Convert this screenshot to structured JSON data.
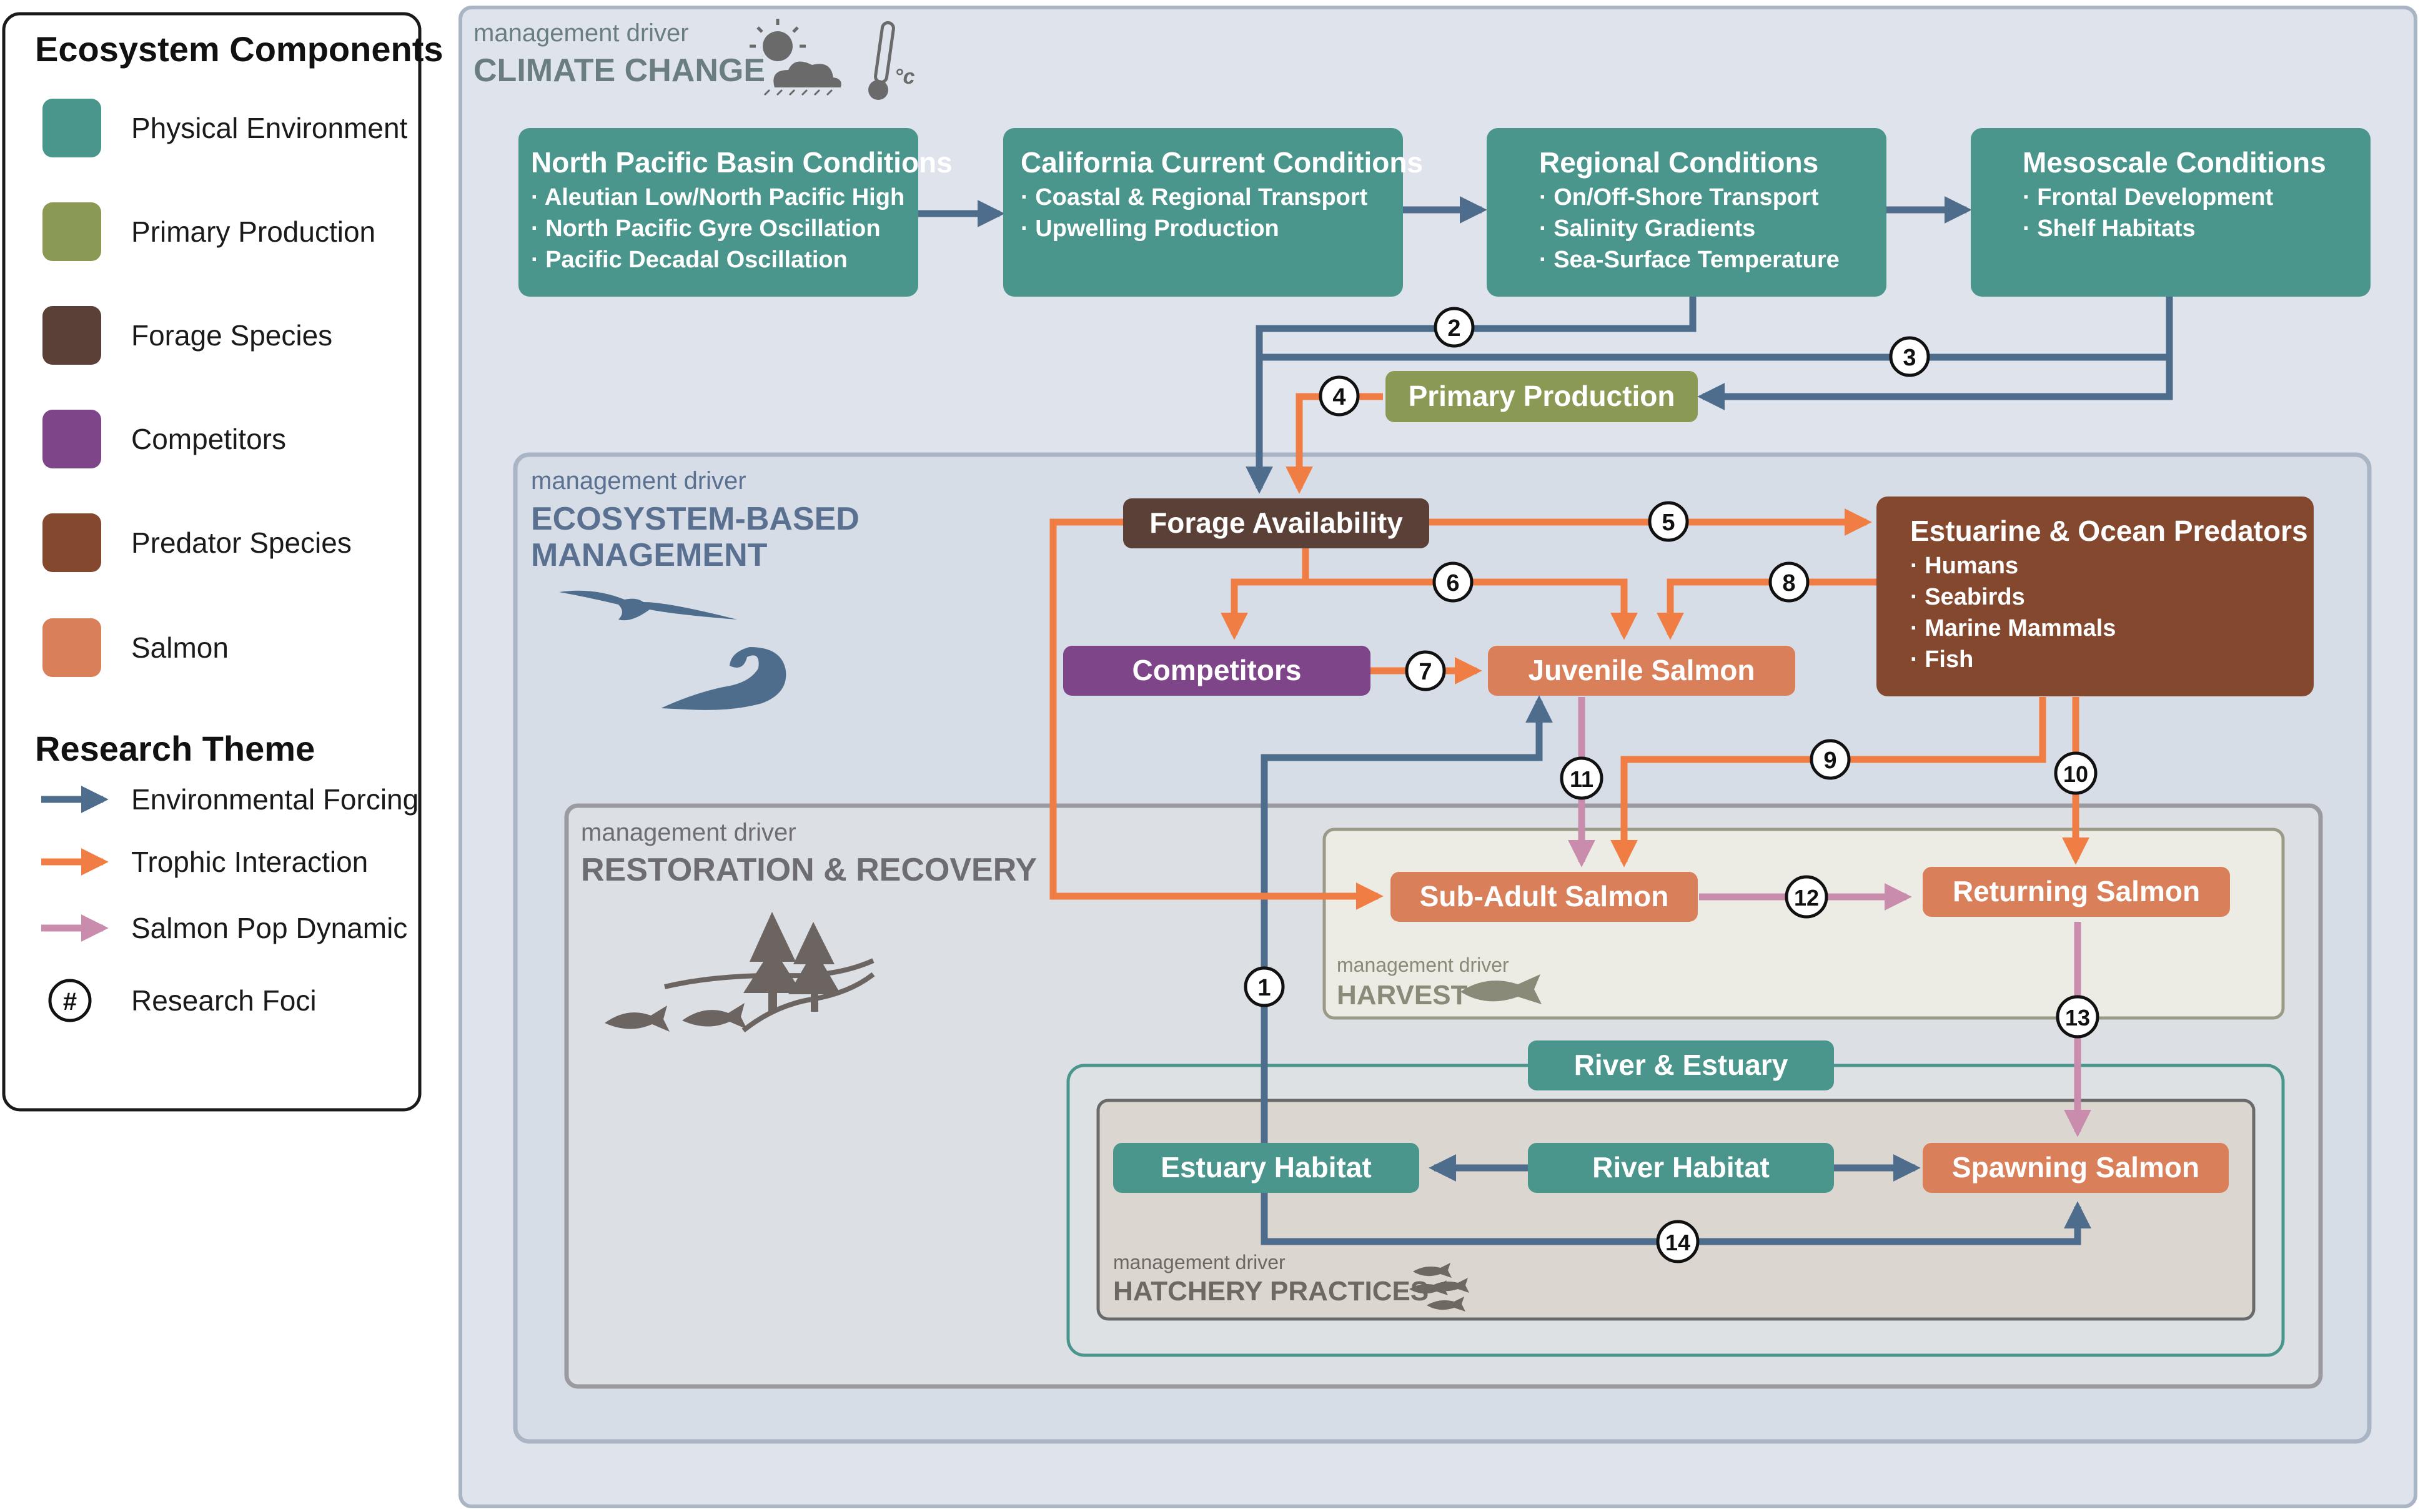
{
  "legend": {
    "components_title": "Ecosystem Components",
    "components": [
      {
        "label": "Physical Environment",
        "color": "#4a968c"
      },
      {
        "label": "Primary Production",
        "color": "#8a9a55"
      },
      {
        "label": "Forage Species",
        "color": "#5a4036"
      },
      {
        "label": "Competitors",
        "color": "#7e4589"
      },
      {
        "label": "Predator Species",
        "color": "#84482f"
      },
      {
        "label": "Salmon",
        "color": "#d9805a"
      }
    ],
    "theme_title": "Research Theme",
    "themes": [
      {
        "label": "Environmental Forcing",
        "color": "#4e6d8c"
      },
      {
        "label": "Trophic Interaction",
        "color": "#f07e44"
      },
      {
        "label": "Salmon Pop Dynamic",
        "color": "#c98cac"
      }
    ],
    "foci_symbol": "#",
    "foci_label": "Research Foci"
  },
  "drivers": {
    "climate": {
      "small": "management driver",
      "big": "CLIMATE CHANGE"
    },
    "ebm": {
      "small": "management driver",
      "big1": "ECOSYSTEM-BASED",
      "big2": "MANAGEMENT"
    },
    "restoration": {
      "small": "management driver",
      "big": "RESTORATION & RECOVERY"
    },
    "harvest": {
      "small": "management driver",
      "big": "HARVEST"
    },
    "hatchery": {
      "small": "management driver",
      "big": "HATCHERY PRACTICES"
    }
  },
  "nodes": {
    "north_pacific": {
      "title": "North Pacific Basin Conditions",
      "items": [
        "· Aleutian Low/North Pacific High",
        "· North Pacific Gyre Oscillation",
        "· Pacific Decadal Oscillation"
      ]
    },
    "california_current": {
      "title": "California Current Conditions",
      "items": [
        "· Coastal & Regional Transport",
        "· Upwelling Production"
      ]
    },
    "regional": {
      "title": "Regional Conditions",
      "items": [
        "· On/Off-Shore Transport",
        "· Salinity Gradients",
        "· Sea-Surface Temperature"
      ]
    },
    "mesoscale": {
      "title": "Mesoscale Conditions",
      "items": [
        "· Frontal Development",
        "· Shelf Habitats"
      ]
    },
    "primary_production": {
      "title": "Primary Production"
    },
    "forage": {
      "title": "Forage Availability"
    },
    "predators": {
      "title": "Estuarine & Ocean Predators",
      "items": [
        "· Humans",
        "· Seabirds",
        "· Marine Mammals",
        "· Fish"
      ]
    },
    "competitors": {
      "title": "Competitors"
    },
    "juvenile": {
      "title": "Juvenile Salmon"
    },
    "sub_adult": {
      "title": "Sub-Adult Salmon"
    },
    "returning": {
      "title": "Returning Salmon"
    },
    "river_estuary": {
      "title": "River & Estuary"
    },
    "estuary_habitat": {
      "title": "Estuary Habitat"
    },
    "river_habitat": {
      "title": "River Habitat"
    },
    "spawning": {
      "title": "Spawning Salmon"
    }
  },
  "foci": [
    "1",
    "2",
    "3",
    "4",
    "5",
    "6",
    "7",
    "8",
    "9",
    "10",
    "11",
    "12",
    "13",
    "14"
  ],
  "icon_names": [
    "sun-cloud-icon",
    "thermometer-icon",
    "celsius-symbol",
    "bird-icon",
    "wave-icon",
    "trees-icon",
    "river-icon",
    "fish-icon",
    "harvest-fish-icon",
    "hatchery-fish-icon"
  ],
  "temp_unit": "°c"
}
